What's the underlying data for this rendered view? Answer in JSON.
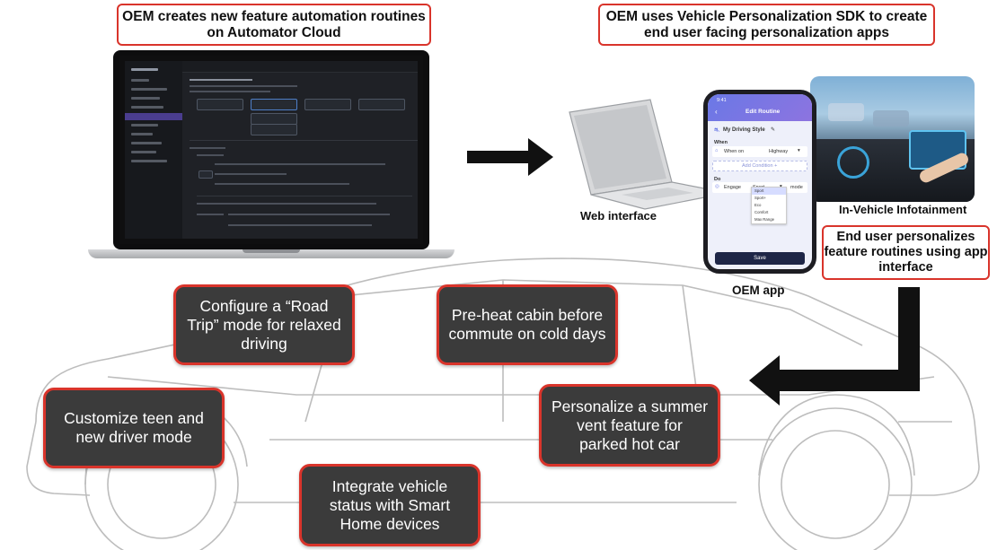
{
  "callouts": {
    "top_left": "OEM creates new feature automation routines on Automator Cloud",
    "top_right": "OEM uses Vehicle Personalization SDK to create end user facing personalization apps",
    "right": "End user personalizes feature routines using app interface"
  },
  "labels": {
    "web_interface": "Web interface",
    "infotainment": "In-Vehicle Infotainment",
    "oem_app": "OEM app"
  },
  "bubbles": {
    "road_trip": "Configure a “Road Trip” mode for relaxed driving",
    "preheat": "Pre-heat cabin before commute on cold days",
    "teen": "Customize teen and new driver mode",
    "vent": "Personalize a summer vent feature for parked hot car",
    "smart_home": "Integrate vehicle status with Smart Home devices"
  },
  "phone": {
    "time": "9:41",
    "title": "Edit Routine",
    "routine_name": "My Driving Style",
    "when_label": "When",
    "when_condition": "When on",
    "when_value": "Highway",
    "add_condition": "Add Condition +",
    "do_label": "Do",
    "do_action": "Engage",
    "do_value": "Sport",
    "do_suffix": "mode",
    "options": [
      "Sport",
      "Sport+",
      "Eco",
      "Comfort",
      "Max Range"
    ],
    "save_label": "Save"
  },
  "colors": {
    "accent_red": "#d9342b",
    "bubble_fill": "#3b3b3b",
    "phone_accent": "#6a78e6"
  }
}
